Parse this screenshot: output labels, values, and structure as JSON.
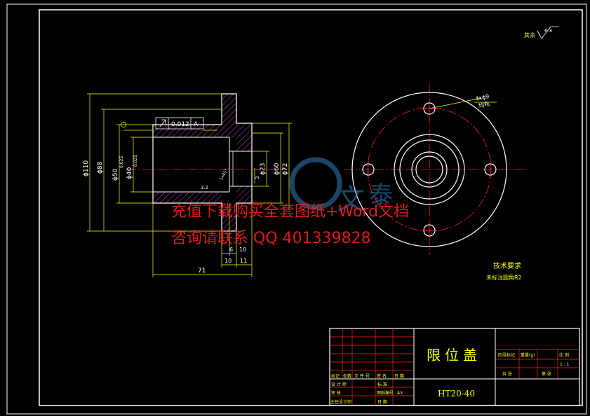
{
  "surface_finish": {
    "label": "其余",
    "value": "6.3"
  },
  "dimensions": {
    "d110": "ϕ110",
    "d88": "ϕ88",
    "d50": "ϕ50",
    "d50_tol": "0.025",
    "d40": "ϕ40",
    "d40_tol": "0.025",
    "d23": "ϕ23",
    "d60": "ϕ60",
    "d72": "ϕ72",
    "len71": "71",
    "len10a": "10",
    "len11": "11",
    "len6": "6",
    "len10b": "10",
    "len3": "3",
    "ra32": "3.2",
    "chamfer": "1x45°",
    "tol_frame": "0.012",
    "datum": "A",
    "holes": "4xϕ9",
    "holes_note": "均布"
  },
  "tech_req": {
    "title": "技术要求",
    "line1": "未标注圆角R2"
  },
  "title_block": {
    "part_name": "限位盖",
    "material": "HT20-40",
    "hdr_mark": "标记",
    "hdr_count": "处数",
    "hdr_file": "文 件 号",
    "hdr_sign": "签 名",
    "hdr_date": "日 期",
    "design": "设 计 师",
    "check": "审  核",
    "approve": "主任设计师",
    "audit": "标 准",
    "drawing_no": "图纸编号",
    "drawing_val": "A3",
    "date": "日 期",
    "weight_label": "重量(g)",
    "scale_label": "比  例",
    "scale_value": "1 : 1",
    "total": "共    张",
    "sheet": "第    张",
    "stage": "阶段标记"
  },
  "watermark": {
    "line1": "充值下载购买全套图纸+Word文档",
    "line2": "咨询请联系  QQ 401339828"
  }
}
